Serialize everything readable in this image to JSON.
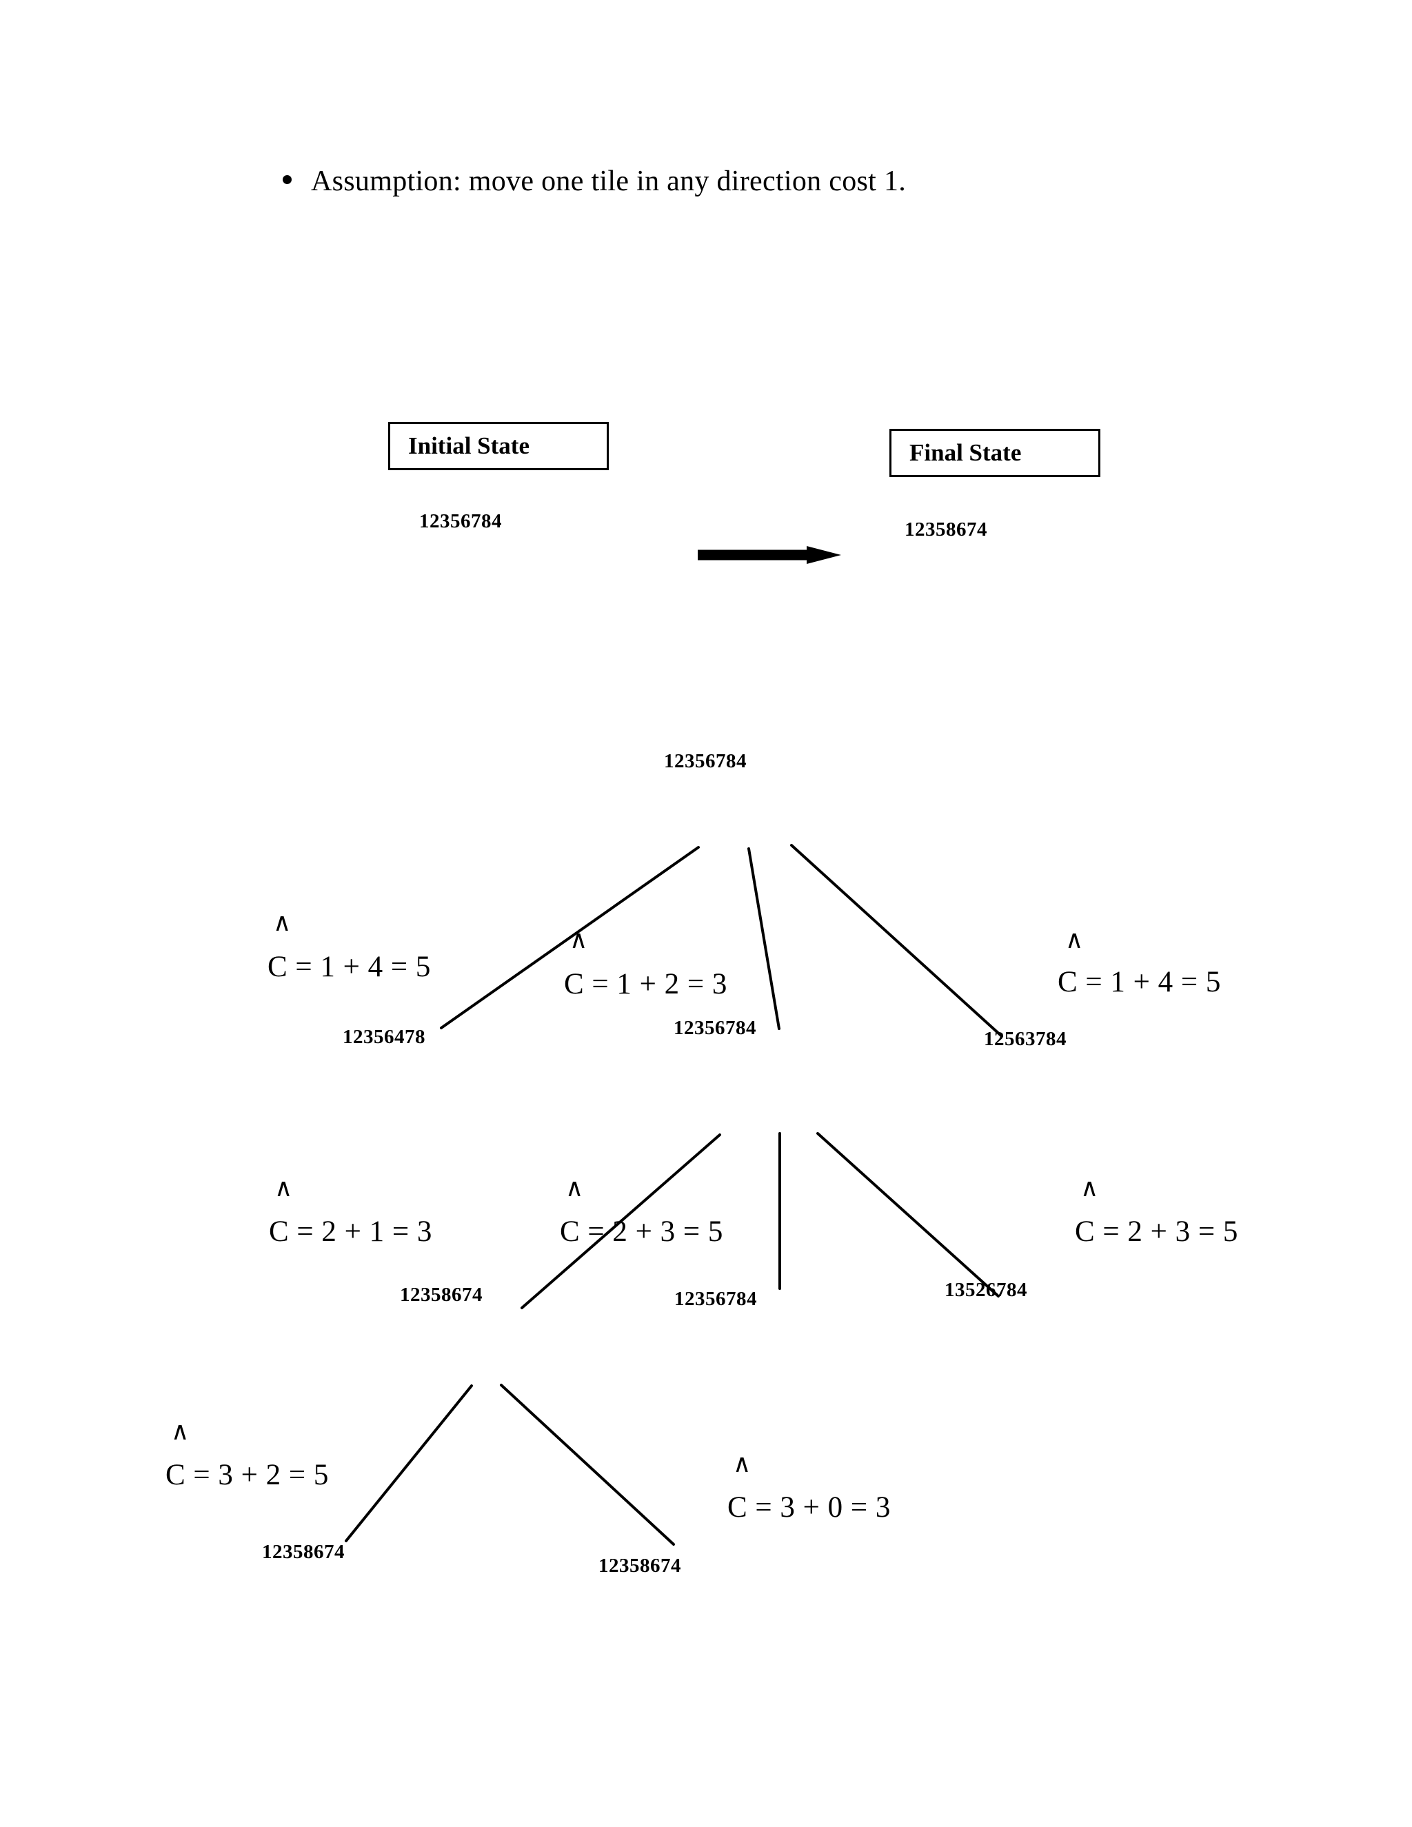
{
  "bullet": {
    "marker": "bullet-dot",
    "text": "Assumption: move one tile in any direction cost 1."
  },
  "states": {
    "initial": {
      "box_label": "Initial State",
      "code": "12356784"
    },
    "final": {
      "box_label": "Final State",
      "code": "12358674"
    },
    "arrow_icon": "right-arrow-icon"
  },
  "tree": {
    "root": {
      "code": "12356784"
    },
    "level1": [
      {
        "code": "12356478",
        "cost": "C = 1 + 4 = 5",
        "caret": "∧"
      },
      {
        "code": "12356784",
        "cost": "C = 1 + 2 = 3",
        "caret": "∧"
      },
      {
        "code": "12563784",
        "cost": "C = 1 + 4 = 5",
        "caret": "∧"
      }
    ],
    "level2": [
      {
        "code": "12358674",
        "cost": "C = 2 + 1 = 3",
        "caret": "∧"
      },
      {
        "code": "12356784",
        "cost": "C = 2 + 3 = 5",
        "caret": "∧"
      },
      {
        "code": "13526784",
        "cost": "C = 2 + 3 = 5",
        "caret": "∧"
      }
    ],
    "level3": [
      {
        "code": "12358674",
        "cost": "C = 3 + 2 = 5",
        "caret": "∧"
      },
      {
        "code": "12358674",
        "cost": "C = 3 + 0 = 3",
        "caret": "∧"
      }
    ]
  },
  "colors": {
    "ink": "#000000",
    "paper": "#ffffff"
  }
}
